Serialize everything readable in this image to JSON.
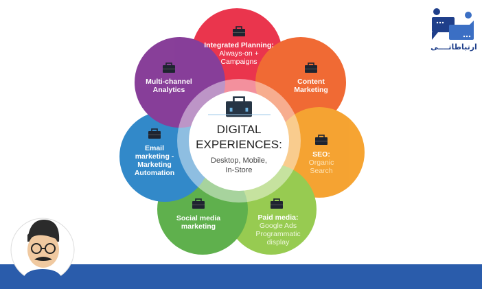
{
  "center": {
    "title_line1": "DIGITAL",
    "title_line2": "EXPERIENCES:",
    "sub_line1": "Desktop, Mobile,",
    "sub_line2": "In-Store"
  },
  "petals": [
    {
      "title": "Integrated Planning:",
      "sub1": "Always-on +",
      "sub2": "Campaigns",
      "color": "#e8203a"
    },
    {
      "title": "Content",
      "title2": "Marketing",
      "color": "#ef5a1f"
    },
    {
      "title": "SEO:",
      "sub1": "Organic",
      "sub2": "Search",
      "color": "#f59a1c"
    },
    {
      "title": "Paid media:",
      "sub1": "Google Ads",
      "sub2": "Programmatic",
      "sub3": "display",
      "color": "#8cc63f"
    },
    {
      "title": "Social media",
      "title2": "marketing",
      "color": "#4ea83a"
    },
    {
      "title": "Email",
      "title2": "marketing -",
      "title3": "Marketing",
      "title4": "Automation",
      "color": "#1c7dc4"
    },
    {
      "title": "Multi-channel",
      "title2": "Analytics",
      "color": "#7b2a8e"
    }
  ],
  "logo": {
    "text": "ارتباطاتــــی"
  }
}
